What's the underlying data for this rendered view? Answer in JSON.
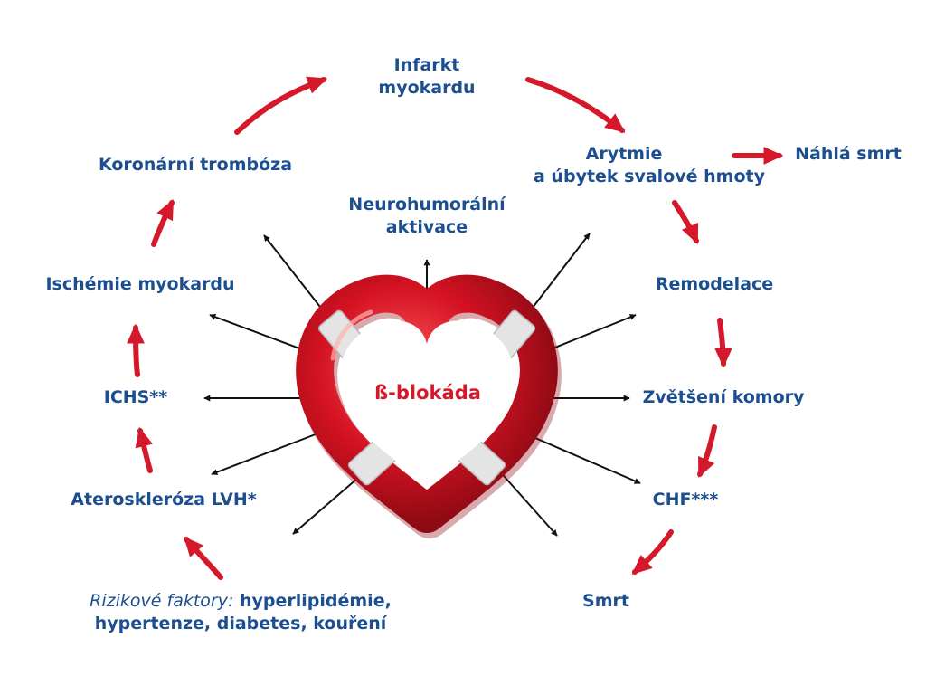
{
  "center": {
    "label": "ß-blokáda"
  },
  "nodes": {
    "infarct": {
      "line1": "Infarkt",
      "line2": "myokardu"
    },
    "arrhythmia": {
      "line1": "Arytmie",
      "line2": "a úbytek svalové hmoty"
    },
    "sudden_death": {
      "label": "Náhlá smrt"
    },
    "neurohumoral": {
      "line1": "Neurohumorální",
      "line2": "aktivace"
    },
    "coronary_thrombosis": {
      "label": "Koronární trombóza"
    },
    "ischemia": {
      "label": "Ischémie myokardu"
    },
    "remodeling": {
      "label": "Remodelace"
    },
    "ichs": {
      "label": "ICHS**"
    },
    "ventricle_enlargement": {
      "label": "Zvětšení komory"
    },
    "atherosclerosis": {
      "label": "Ateroskleróza LVH*"
    },
    "chf": {
      "label": "CHF***"
    },
    "death": {
      "label": "Smrt"
    },
    "risk_factors": {
      "prefix": "Rizikové faktory:",
      "line1_rest": " hyperlipidémie,",
      "line2": "hypertenze, diabetes, kouření"
    }
  },
  "colors": {
    "label_blue": "#1c4f8f",
    "cycle_arrow_red": "#d6182b",
    "center_text_red": "#d6182b",
    "heart_red": "#cc1020",
    "band_gray": "#d9d9d9",
    "block_arrow_black": "#111111"
  },
  "icons": {
    "heart": "heart-lifebuoy-icon"
  }
}
